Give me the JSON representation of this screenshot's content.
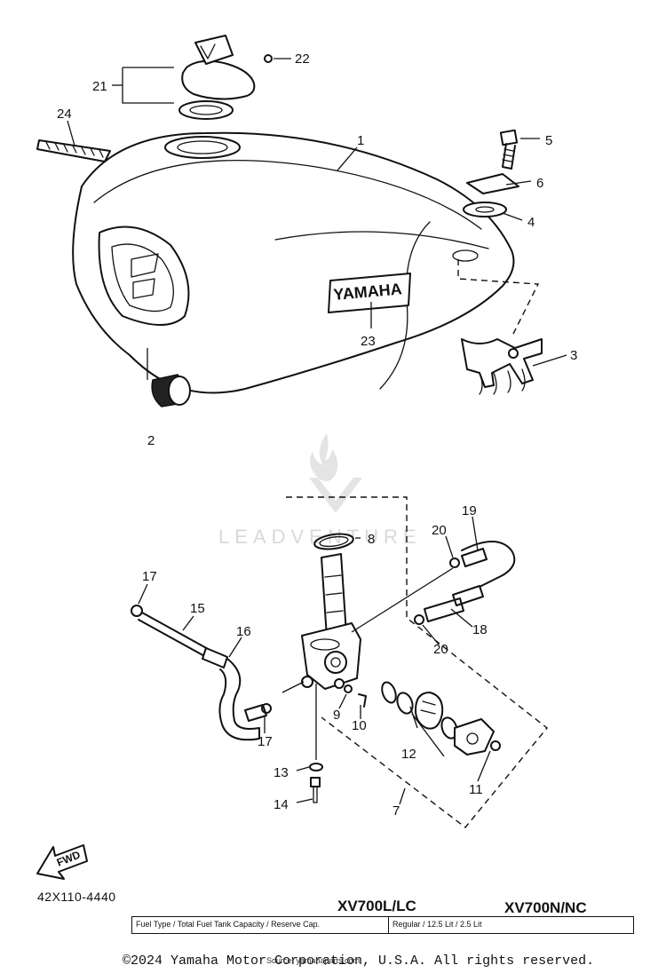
{
  "watermark": {
    "text": "LEADVENTURE"
  },
  "part_labels": {
    "p1": "1",
    "p2": "2",
    "p3": "3",
    "p4": "4",
    "p5": "5",
    "p6": "6",
    "p7": "7",
    "p8": "8",
    "p9": "9",
    "p10": "10",
    "p11": "11",
    "p12": "12",
    "p13": "13",
    "p14": "14",
    "p15": "15",
    "p16": "16",
    "p17a": "17",
    "p17b": "17",
    "p18": "18",
    "p19": "19",
    "p20a": "20",
    "p20b": "20",
    "p21": "21",
    "p22": "22",
    "p23": "23",
    "p24": "24"
  },
  "tank_emblem": "YAMAHA",
  "fwd_label": "FWD",
  "diagram_code": "42X110-4440",
  "models": {
    "left": "XV700L/LC",
    "right": "XV700N/NC"
  },
  "spec_table": {
    "label": "Fuel Type / Total Fuel Tank Capacity / Reserve Cap.",
    "value": "Regular / 12.5 Lit / 2.5 Lit"
  },
  "footer": {
    "copyright": "©2024 Yamaha Motor Corporation, U.S.A. All rights reserved.",
    "source_note": "Source: yamahaparts.com"
  }
}
